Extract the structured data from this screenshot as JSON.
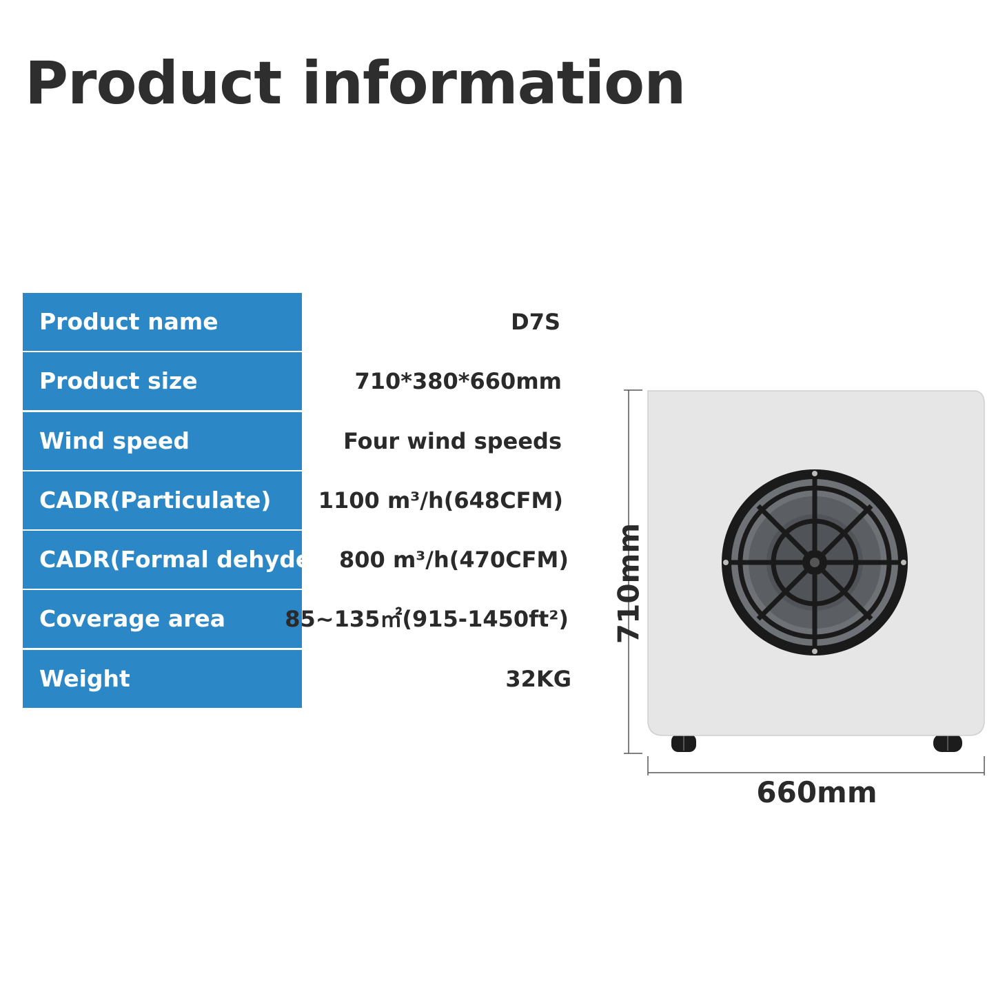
{
  "page": {
    "title": "Product information"
  },
  "specs": [
    {
      "label": "Product name",
      "value": "D7S"
    },
    {
      "label": "Product size",
      "value": "710*380*660mm"
    },
    {
      "label": "Wind speed",
      "value": "Four wind speeds"
    },
    {
      "label": "CADR(Particulate)",
      "value": "1100 m³/h(648CFM)"
    },
    {
      "label": "CADR(Formal dehyde)",
      "value": "800 m³/h(470CFM)"
    },
    {
      "label": "Coverage area",
      "value": "85~135㎡(915-1450ft²)"
    },
    {
      "label": "Weight",
      "value": "32KG"
    }
  ],
  "figure": {
    "height_label": "710mm",
    "width_label": "660mm"
  },
  "colors": {
    "label_background": "#2b87c6",
    "label_text": "#ffffff",
    "body_text": "#2b2b2b",
    "unit_body": "#e6e6e6",
    "fan_frame": "#1a1a1a"
  }
}
